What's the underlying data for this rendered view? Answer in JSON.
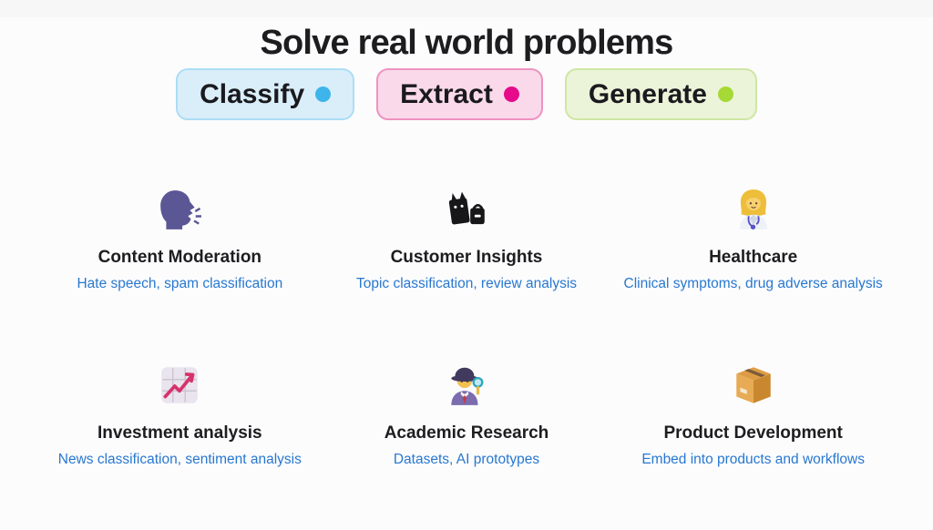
{
  "page": {
    "background_color": "#fcfcfd",
    "topbar_color": "#f7f7f8"
  },
  "header": {
    "title": "Solve real world problems",
    "title_color": "#1d1d20"
  },
  "badges": [
    {
      "label": "Classify",
      "bg_color": "#daeefa",
      "border_color": "#abdef4",
      "dot_color": "#3db5ea",
      "dot_icon": "blue-dot-icon"
    },
    {
      "label": "Extract",
      "bg_color": "#f9d9ea",
      "border_color": "#ee93c0",
      "dot_color": "#e60b8b",
      "dot_icon": "magenta-dot-icon"
    },
    {
      "label": "Generate",
      "bg_color": "#ebf4d9",
      "border_color": "#cfe6a4",
      "dot_color": "#a6d935",
      "dot_icon": "green-dot-icon"
    }
  ],
  "use_cases": [
    {
      "title": "Content Moderation",
      "subtitle": "Hate speech, spam classification",
      "icon": "speaking-head-icon"
    },
    {
      "title": "Customer Insights",
      "subtitle": "Topic classification, review analysis",
      "icon": "shopping-bags-icon"
    },
    {
      "title": "Healthcare",
      "subtitle": "Clinical symptoms, drug adverse analysis",
      "icon": "health-worker-icon"
    },
    {
      "title": "Investment analysis",
      "subtitle": "News classification, sentiment analysis",
      "icon": "chart-increasing-icon"
    },
    {
      "title": "Academic Research",
      "subtitle": "Datasets, AI prototypes",
      "icon": "detective-icon"
    },
    {
      "title": "Product Development",
      "subtitle": "Embed into products and workflows",
      "icon": "package-icon"
    }
  ],
  "colors": {
    "heading_text": "#1d1d20",
    "subtitle_link_blue": "#2878cf"
  }
}
